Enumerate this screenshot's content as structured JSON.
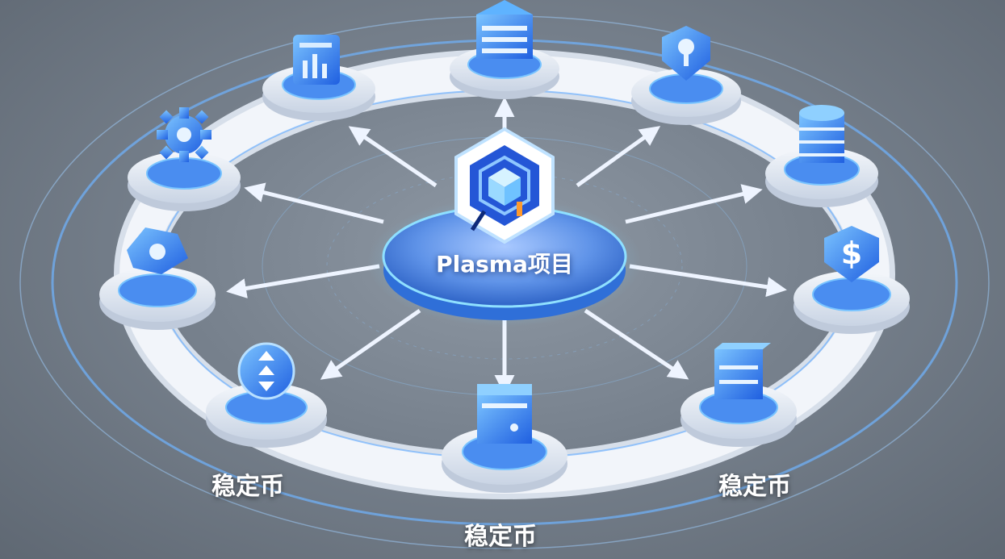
{
  "hub": {
    "label": "Plasma项目",
    "icon": "plasma-logo-icon"
  },
  "colors": {
    "accent": "#2f7bff",
    "glow": "#66c7ff",
    "ring": "#e7ecf4",
    "background": "#7a8490"
  },
  "nodes": [
    {
      "icon": "report-chart-icon"
    },
    {
      "icon": "layers-stack-icon"
    },
    {
      "icon": "location-pin-shield-icon"
    },
    {
      "icon": "database-icon"
    },
    {
      "icon": "dollar-shield-icon"
    },
    {
      "icon": "server-block-icon"
    },
    {
      "icon": "wallet-block-icon"
    },
    {
      "icon": "transfer-coin-icon"
    },
    {
      "icon": "gear-tag-icon"
    },
    {
      "icon": "gear-icon"
    }
  ],
  "labels": {
    "left": "稳定币",
    "bottom": "稳定币",
    "right": "稳定币"
  }
}
